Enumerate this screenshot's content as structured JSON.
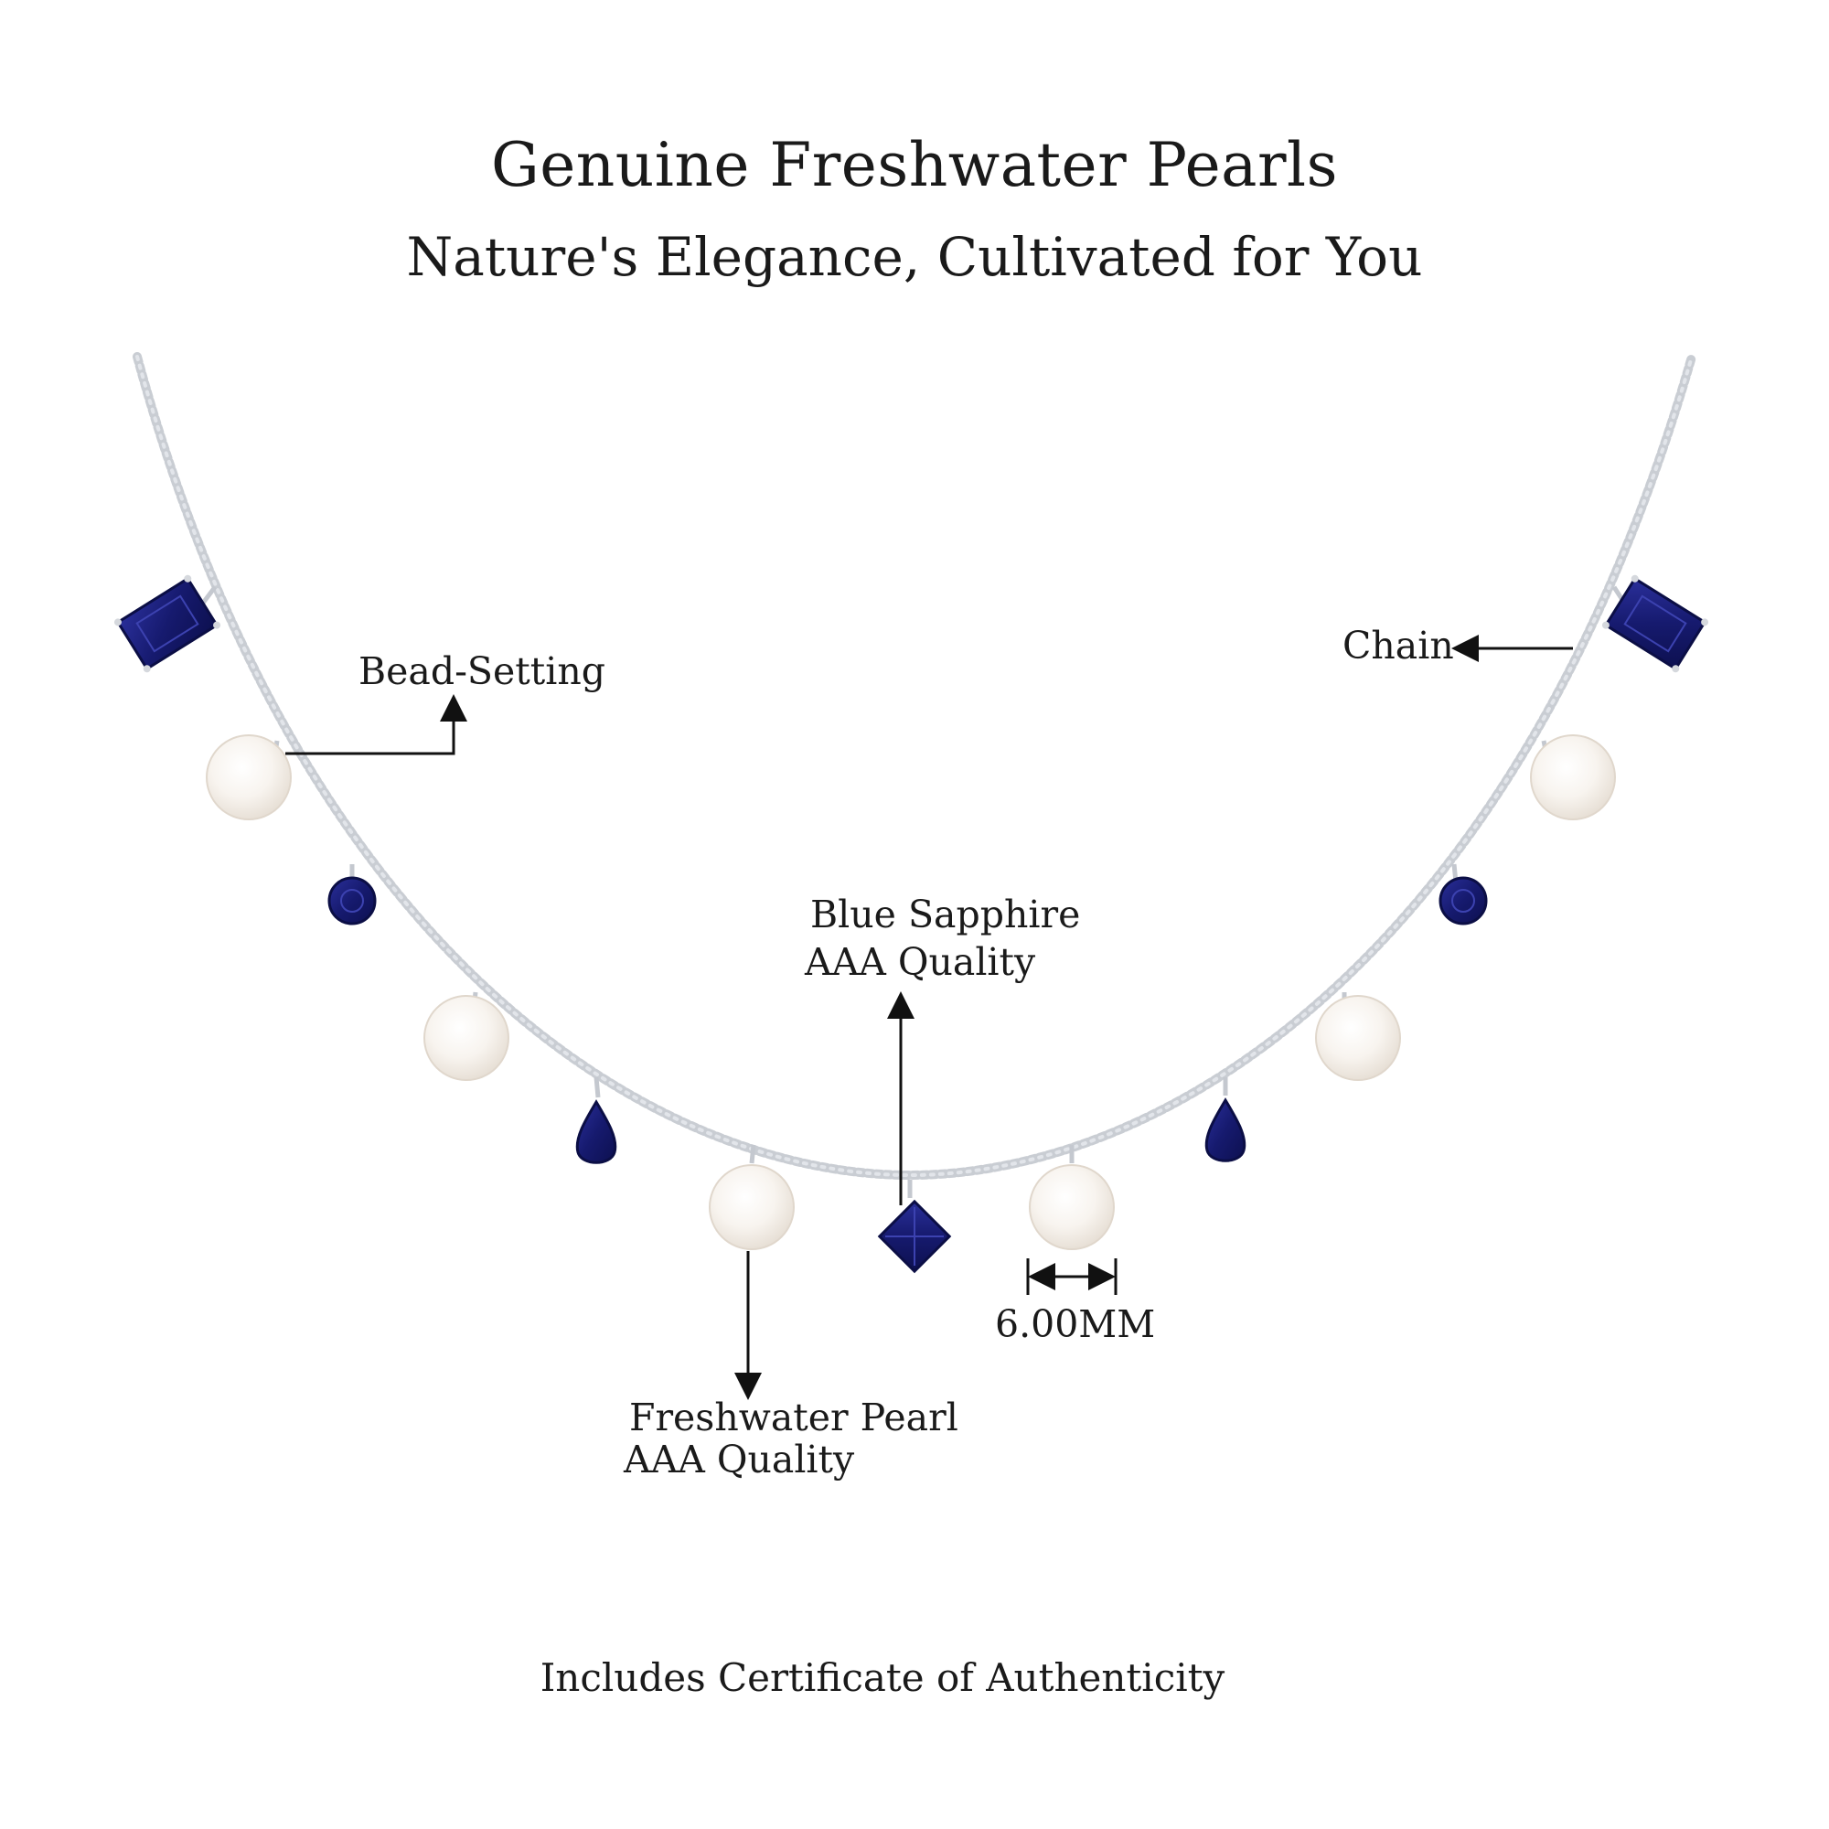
{
  "header": {
    "title": "Genuine Freshwater Pearls",
    "subtitle": "Nature's Elegance, Cultivated for You"
  },
  "callouts": {
    "bead_setting": "Bead-Setting",
    "chain": "Chain",
    "blue_sapphire_line1": "Blue Sapphire",
    "blue_sapphire_line2": "AAA Quality",
    "freshwater_pearl_line1": "Freshwater Pearl",
    "freshwater_pearl_line2": "AAA Quality",
    "measurement": "6.00MM"
  },
  "footer": {
    "certificate": "Includes Certificate of Authenticity"
  },
  "colors": {
    "sapphire": "#1b1f7a",
    "pearl": "#f7f3ee",
    "chain": "#c9cdd3",
    "text": "#1a1a1a"
  }
}
